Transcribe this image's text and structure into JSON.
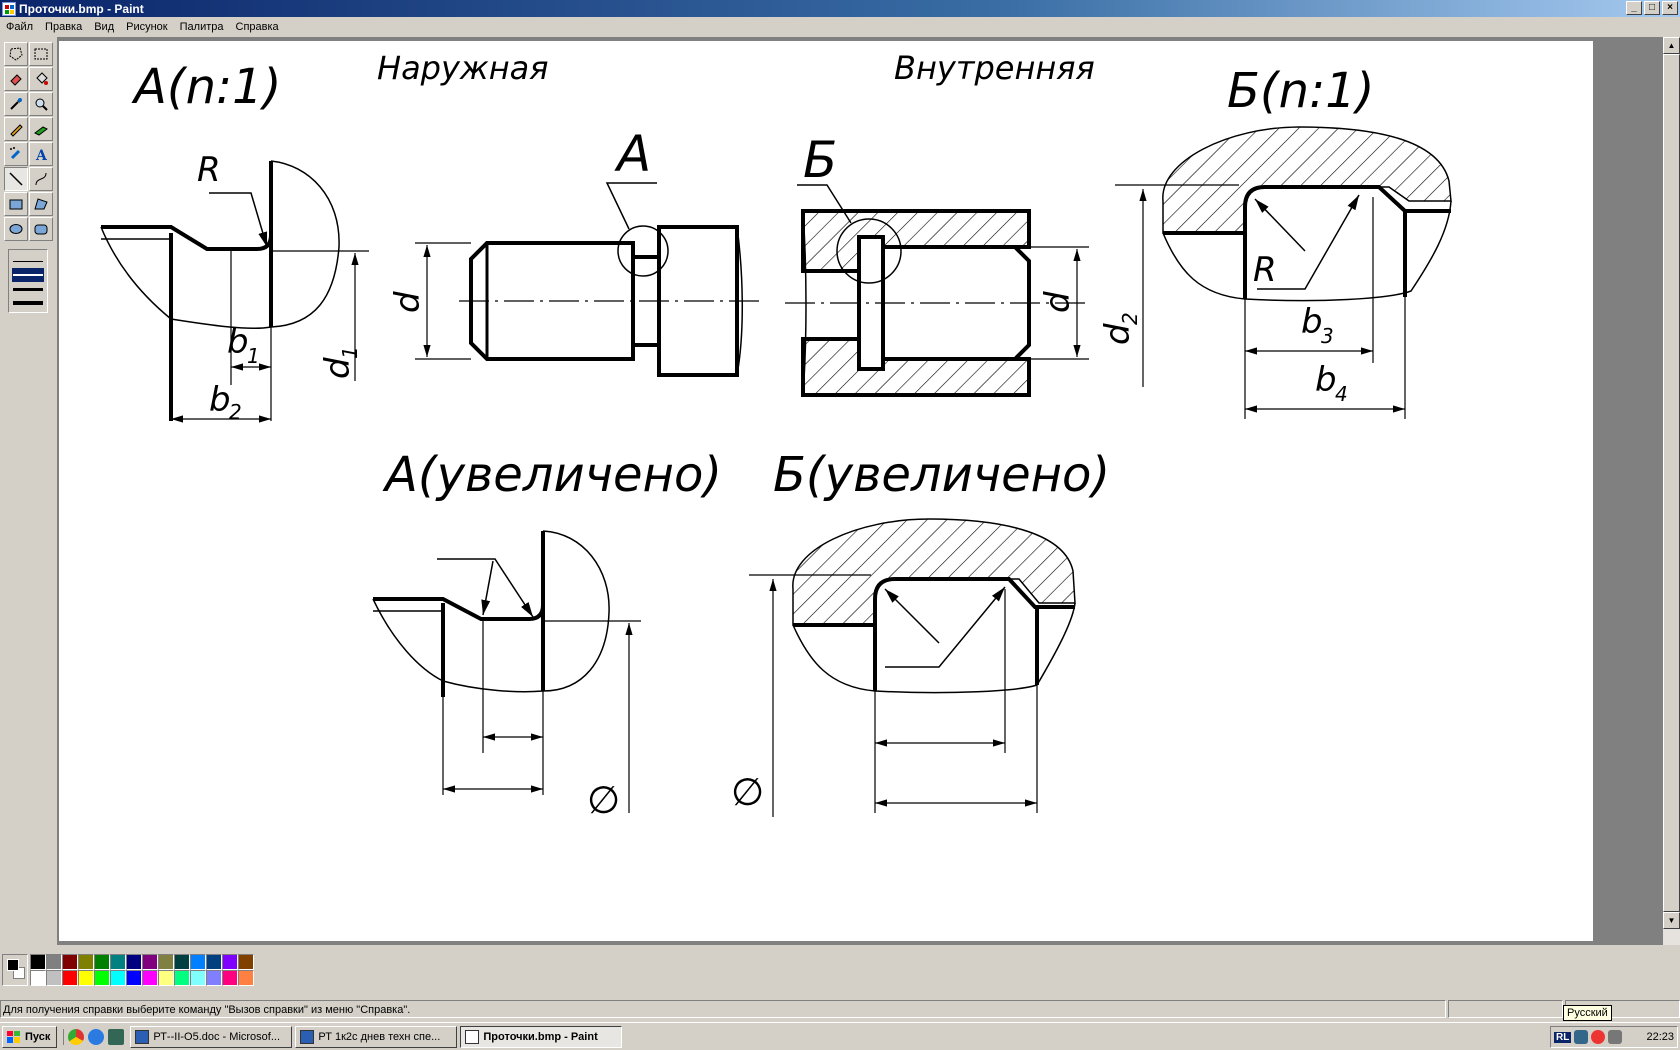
{
  "window": {
    "title": "Проточки.bmp - Paint",
    "buttons": [
      "_",
      "□",
      "×"
    ]
  },
  "menu": [
    "Файл",
    "Правка",
    "Вид",
    "Рисунок",
    "Палитра",
    "Справка"
  ],
  "toolbox": {
    "tools": [
      "free-select",
      "rect-select",
      "eraser",
      "fill",
      "color-picker",
      "magnifier",
      "pencil",
      "brush",
      "airbrush",
      "text",
      "line",
      "curve",
      "rectangle",
      "polygon",
      "ellipse",
      "rounded-rectangle"
    ],
    "active_tool": "line",
    "line_widths": [
      1,
      2,
      3,
      4,
      5
    ],
    "selected_width": 2
  },
  "drawing": {
    "top_labels": {
      "detail_a": "А(n:1)",
      "outer": "Наружная",
      "inner": "Внутренняя",
      "detail_b": "Б(n:1)"
    },
    "callouts": {
      "a": "А",
      "b": "Б"
    },
    "dims": {
      "R_left": "R",
      "b1": "b",
      "b1_sub": "1",
      "b2": "b",
      "b2_sub": "2",
      "d1": "d",
      "d1_sub": "1",
      "d_outer": "d",
      "d_inner": "d",
      "d2": "d",
      "d2_sub": "2",
      "R_right": "R",
      "b3": "b",
      "b3_sub": "3",
      "b4": "b",
      "b4_sub": "4"
    },
    "bottom_labels": {
      "a_enlarged": "А(увеличено)",
      "b_enlarged": "Б(увеличено)"
    },
    "diameter_symbol": "∅"
  },
  "palette": {
    "foreground": "#000000",
    "background": "#ffffff",
    "colors": [
      "#000000",
      "#808080",
      "#800000",
      "#808000",
      "#008000",
      "#008080",
      "#000080",
      "#800080",
      "#808040",
      "#004040",
      "#0080ff",
      "#004080",
      "#8000ff",
      "#804000",
      "#ffffff",
      "#c0c0c0",
      "#ff0000",
      "#ffff00",
      "#00ff00",
      "#00ffff",
      "#0000ff",
      "#ff00ff",
      "#ffff80",
      "#00ff80",
      "#80ffff",
      "#8080ff",
      "#ff0080",
      "#ff8040"
    ]
  },
  "status": {
    "help_text": "Для получения справки выберите команду \"Вызов справки\" из меню \"Справка\"."
  },
  "taskbar": {
    "start": "Пуск",
    "tasks": [
      {
        "label": "РТ--II-О5.doc - Microsof...",
        "active": false
      },
      {
        "label": "РТ 1к2с днев техн спе...",
        "active": false
      },
      {
        "label": "Проточки.bmp - Paint",
        "active": true
      }
    ],
    "tray_lang": "RL",
    "tooltip": "Русский",
    "clock": "22:23"
  }
}
